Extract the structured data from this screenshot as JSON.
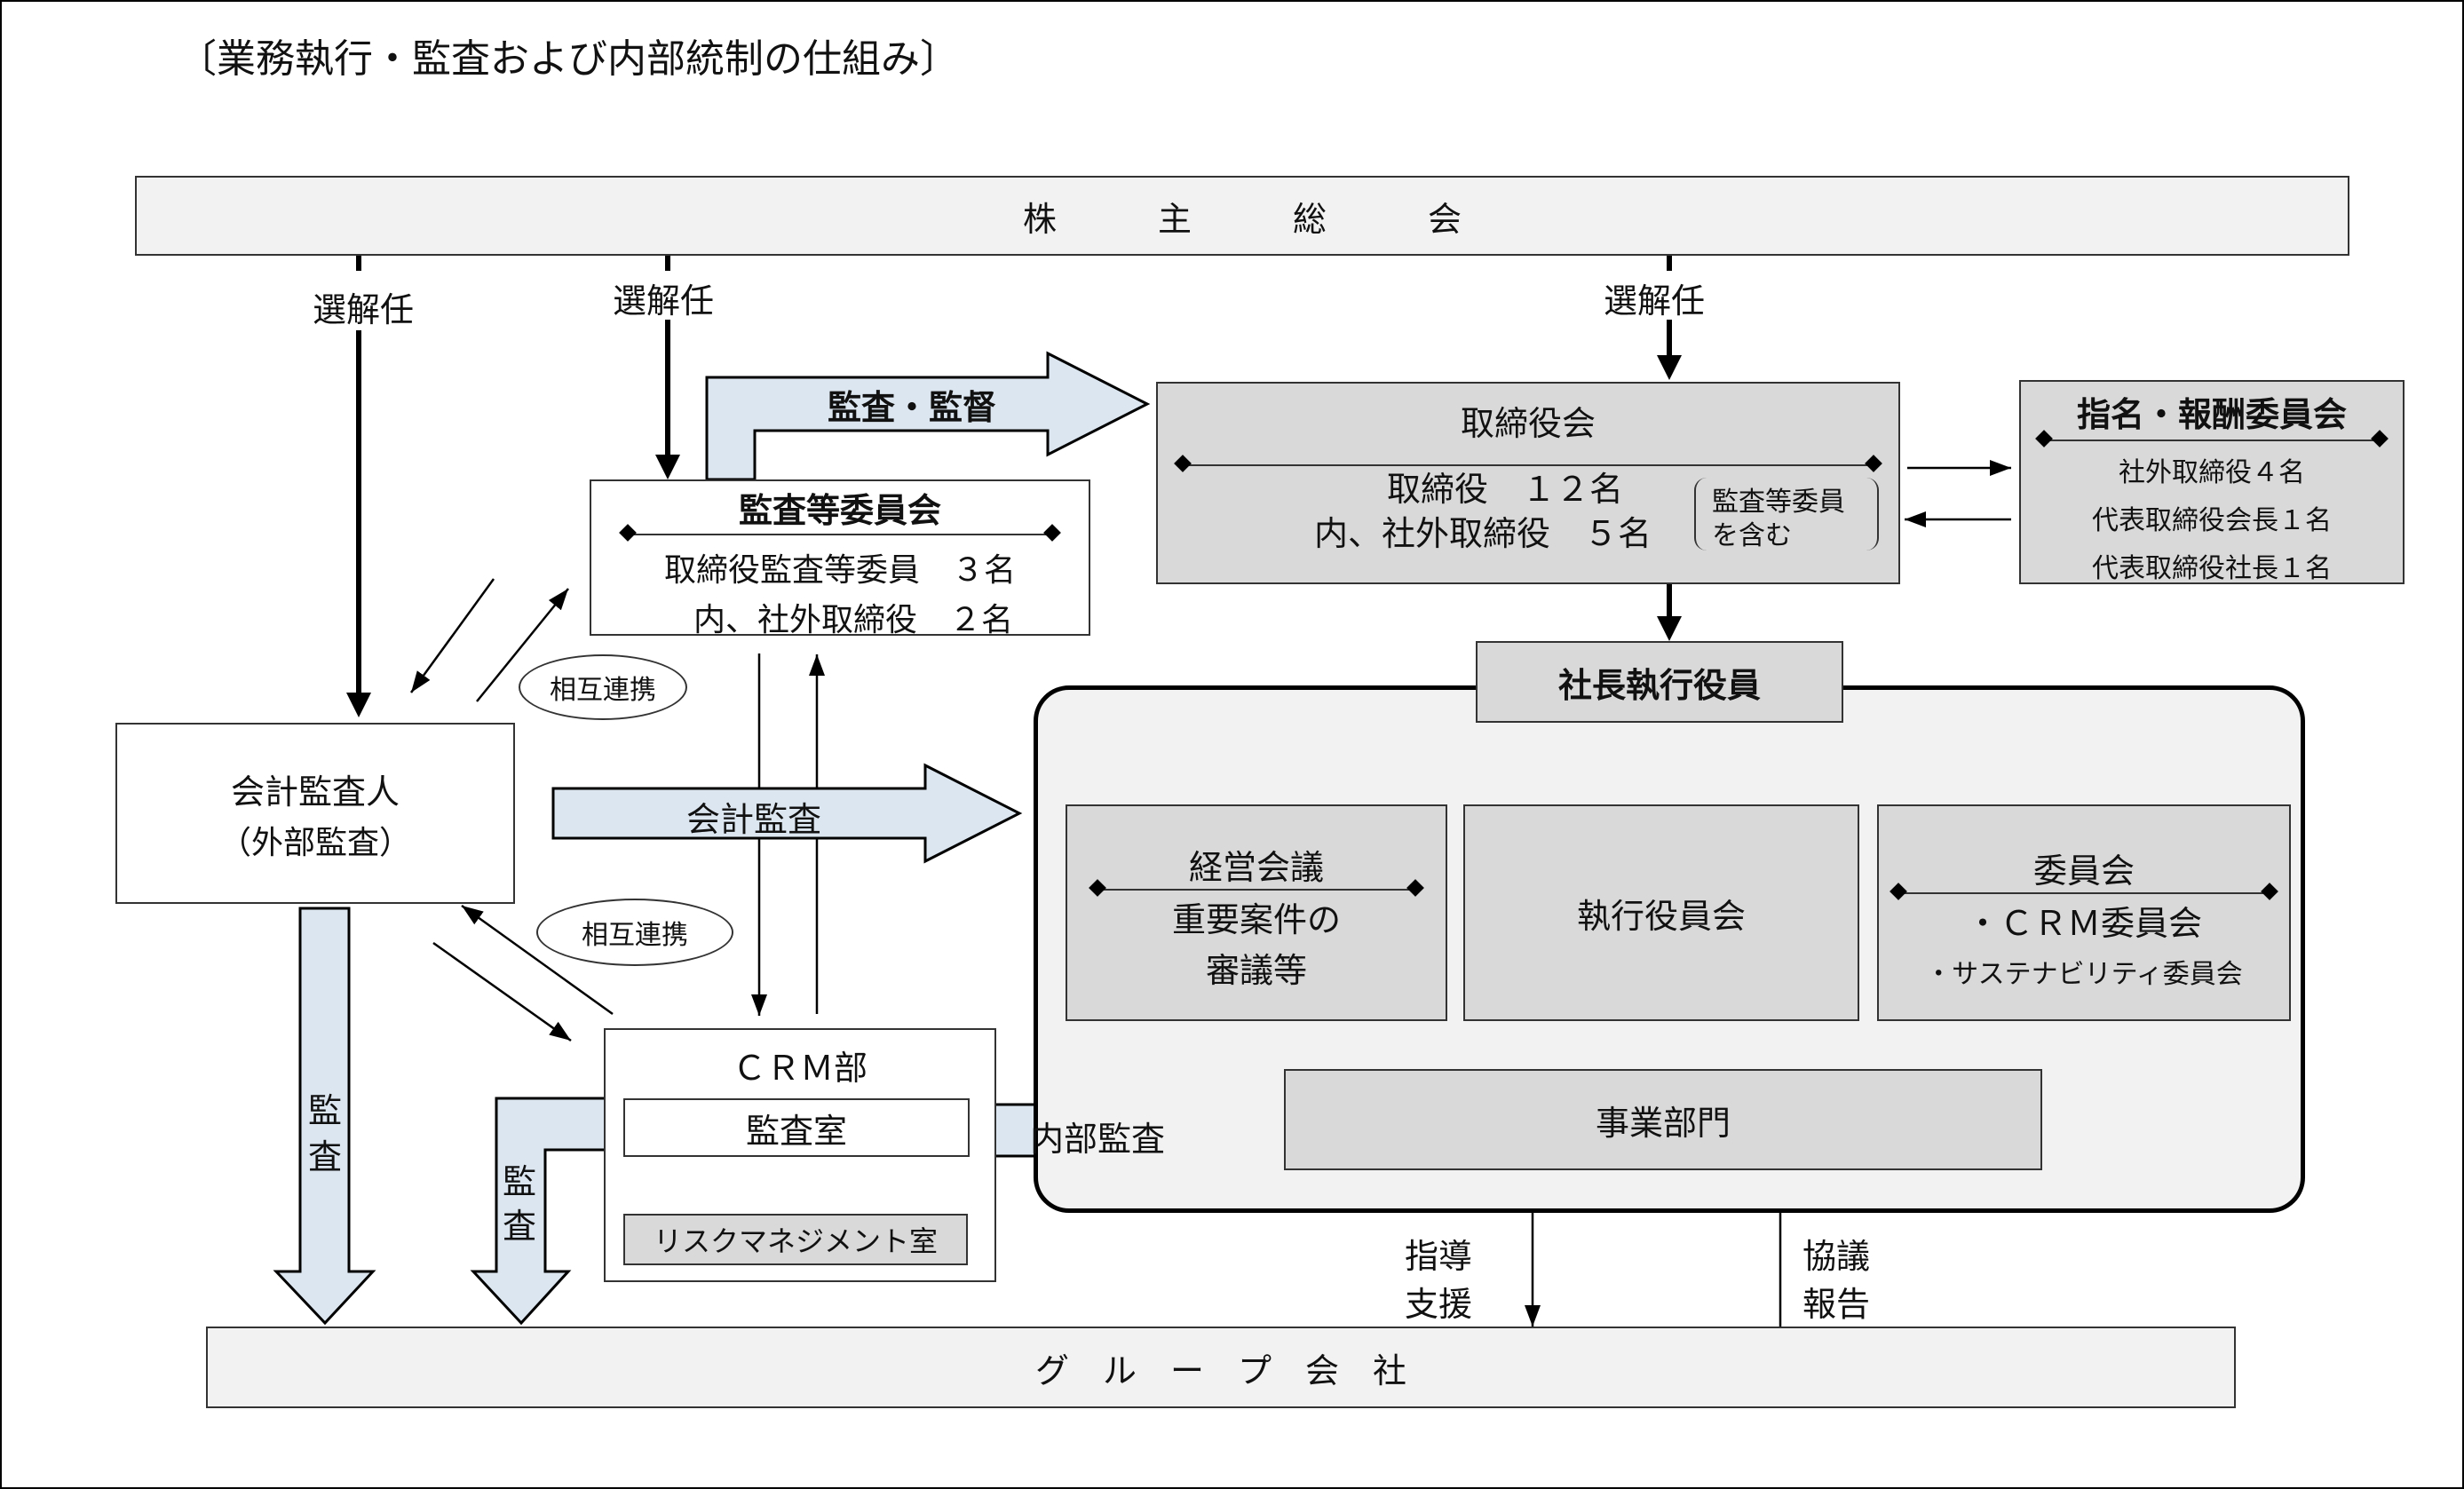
{
  "title": "〔業務執行・監査および内部統制の仕組み〕",
  "shareholders": "株　　　主　　　総　　　会",
  "elect_dismiss": "選解任",
  "board": {
    "title": "取締役会",
    "line1": "取締役　１２名",
    "line2": "内、社外取締役　５名",
    "note1": "監査等委員",
    "note2": "を含む"
  },
  "nomination": {
    "title": "指名・報酬委員会",
    "line1": "社外取締役４名",
    "line2": "代表取締役会長１名",
    "line3": "代表取締役社長１名"
  },
  "audit_committee": {
    "title": "監査等委員会",
    "line1": "取締役監査等委員　３名",
    "line2": "内、社外取締役　２名"
  },
  "president": "社長執行役員",
  "accounting_auditor": {
    "line1": "会計監査人",
    "line2": "（外部監査）"
  },
  "mutual_cooperation": "相互連携",
  "arrows": {
    "audit_supervision": "監査・監督",
    "accounting_audit": "会計監査",
    "internal_audit": "内部監査",
    "audit_a": "監",
    "audit_b": "査"
  },
  "management_meeting": {
    "title": "経営会議",
    "line1": "重要案件の",
    "line2": "審議等"
  },
  "exec_officers": "執行役員会",
  "committees": {
    "title": "委員会",
    "line1": "・ＣＲＭ委員会",
    "line2": "・サステナビリティ委員会"
  },
  "crm": {
    "title": "ＣＲＭ部",
    "audit_office": "監査室",
    "risk_office": "リスクマネジメント室"
  },
  "business_division": "事業部門",
  "guidance": {
    "a": "指導",
    "b": "支援"
  },
  "consultation": {
    "a": "協議",
    "b": "報告"
  },
  "group_companies": "グ　ル　ー　プ　会　社",
  "colors": {
    "gray_box": "#d9d9d9",
    "light_box": "#f2f2f2",
    "arrow_fill": "#dce6f1"
  }
}
